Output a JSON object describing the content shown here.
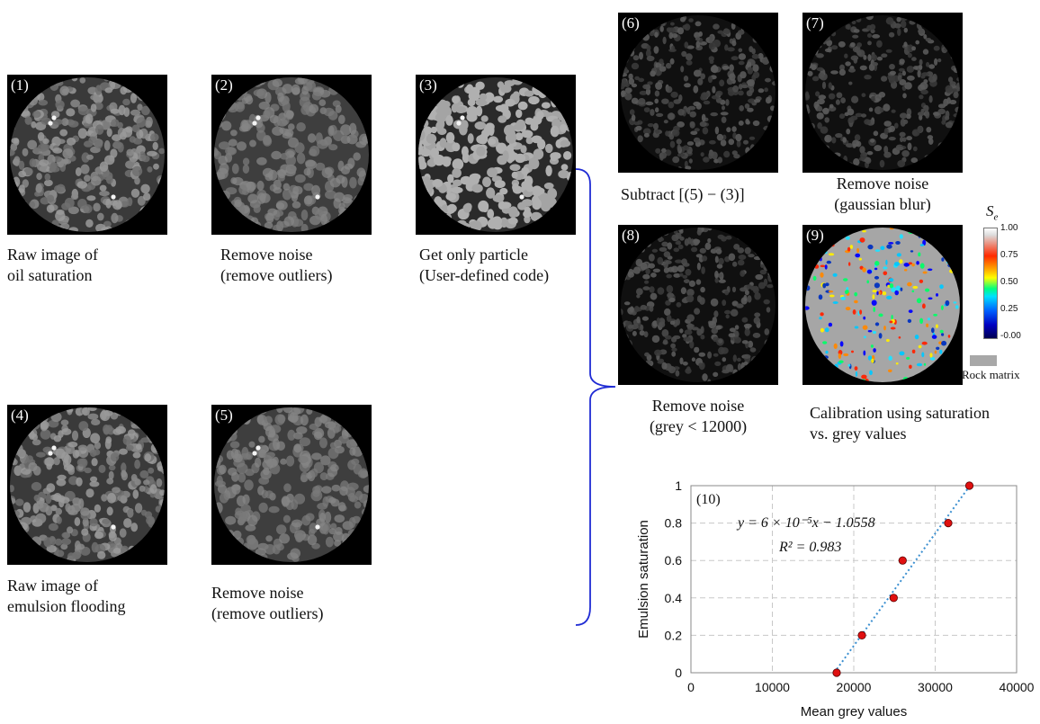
{
  "panels": [
    {
      "id": "1",
      "label": "(1)",
      "caption": [
        "Raw image of",
        "oil saturation"
      ],
      "style": "raw"
    },
    {
      "id": "2",
      "label": "(2)",
      "caption": [
        "Remove noise",
        "(remove outliers)"
      ],
      "style": "smooth"
    },
    {
      "id": "3",
      "label": "(3)",
      "caption": [
        "Get only particle",
        "(User-defined code)"
      ],
      "style": "particle"
    },
    {
      "id": "4",
      "label": "(4)",
      "caption": [
        "Raw image of",
        "emulsion flooding"
      ],
      "style": "raw"
    },
    {
      "id": "5",
      "label": "(5)",
      "caption": [
        "Remove noise",
        "(remove outliers)"
      ],
      "style": "smooth"
    },
    {
      "id": "6",
      "label": "(6)",
      "caption": [
        "Subtract [(5) − (3)]"
      ],
      "style": "dark"
    },
    {
      "id": "7",
      "label": "(7)",
      "caption": [
        "Remove noise",
        "(gaussian blur)"
      ],
      "style": "dark"
    },
    {
      "id": "8",
      "label": "(8)",
      "caption": [
        "Remove noise",
        "(grey < 12000)"
      ],
      "style": "dark"
    },
    {
      "id": "9",
      "label": "(9)",
      "caption": [
        "Calibration using saturation",
        "vs. grey values"
      ],
      "style": "color"
    }
  ],
  "colorbar": {
    "title": "S",
    "title_sub": "e",
    "ticks": [
      "1.00",
      "0.75",
      "0.50",
      "0.25",
      "-0.00"
    ],
    "rock_label": "Rock matrix"
  },
  "colors": {
    "bracket": "#1f2bd4",
    "points": "#e01010",
    "trend": "#3a8fd0",
    "grid": "#c8c8c8"
  },
  "chart_data": {
    "type": "scatter",
    "panel_label": "(10)",
    "xlabel": "Mean grey values",
    "ylabel": "Emulsion saturation",
    "xlim": [
      0,
      40000
    ],
    "ylim": [
      0,
      1
    ],
    "xticks": [
      0,
      10000,
      20000,
      30000,
      40000
    ],
    "yticks": [
      0,
      0.2,
      0.4,
      0.6,
      0.8,
      1
    ],
    "xtick_labels": [
      "0",
      "10000",
      "20000",
      "30000",
      "40000"
    ],
    "ytick_labels": [
      "0",
      "0.2",
      "0.4",
      "0.6",
      "0.8",
      "1"
    ],
    "grid": true,
    "points": [
      {
        "x": 17900,
        "y": 0
      },
      {
        "x": 21000,
        "y": 0.2
      },
      {
        "x": 24900,
        "y": 0.4
      },
      {
        "x": 26000,
        "y": 0.6
      },
      {
        "x": 31600,
        "y": 0.8
      },
      {
        "x": 34200,
        "y": 1.0
      }
    ],
    "trendline": {
      "slope": 6e-05,
      "intercept": -1.0558,
      "style": "dotted"
    },
    "equation": "y = 6 × 10⁻⁵x − 1.0558",
    "r2": "R² = 0.983"
  }
}
